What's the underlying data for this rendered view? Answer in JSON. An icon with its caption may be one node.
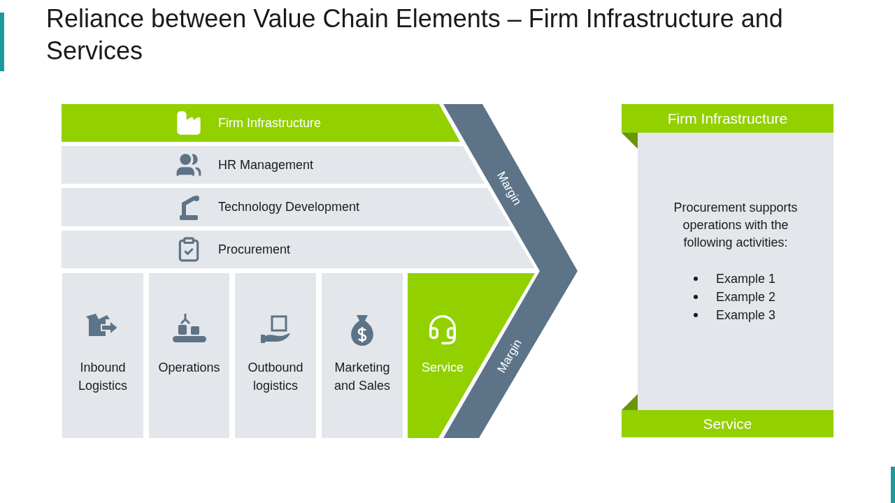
{
  "diagram": {
    "title": "Reliance between Value Chain Elements – Firm Infrastructure and Services",
    "nodes": [
      {
        "text": [
          "Firm Infrastructure"
        ]
      },
      {
        "text": [
          "HR Management"
        ]
      },
      {
        "text": [
          "Technology Development"
        ]
      },
      {
        "text": [
          "Procurement"
        ]
      },
      {
        "text": [
          "Inbound Logistics"
        ]
      },
      {
        "text": [
          "Operations"
        ]
      },
      {
        "text": [
          "Outbound logistics"
        ]
      },
      {
        "text": [
          "Marketing and Sales"
        ]
      },
      {
        "text": [
          "Service"
        ]
      },
      {
        "text": [
          "Margin",
          "Margin"
        ]
      },
      {
        "text": [
          "Firm Infrastructure"
        ]
      },
      {
        "text": [
          "Procurement supports operations with the following activities:",
          "Example 1",
          "Example 2",
          "Example 3"
        ]
      },
      {
        "text": [
          "Service"
        ]
      }
    ]
  }
}
